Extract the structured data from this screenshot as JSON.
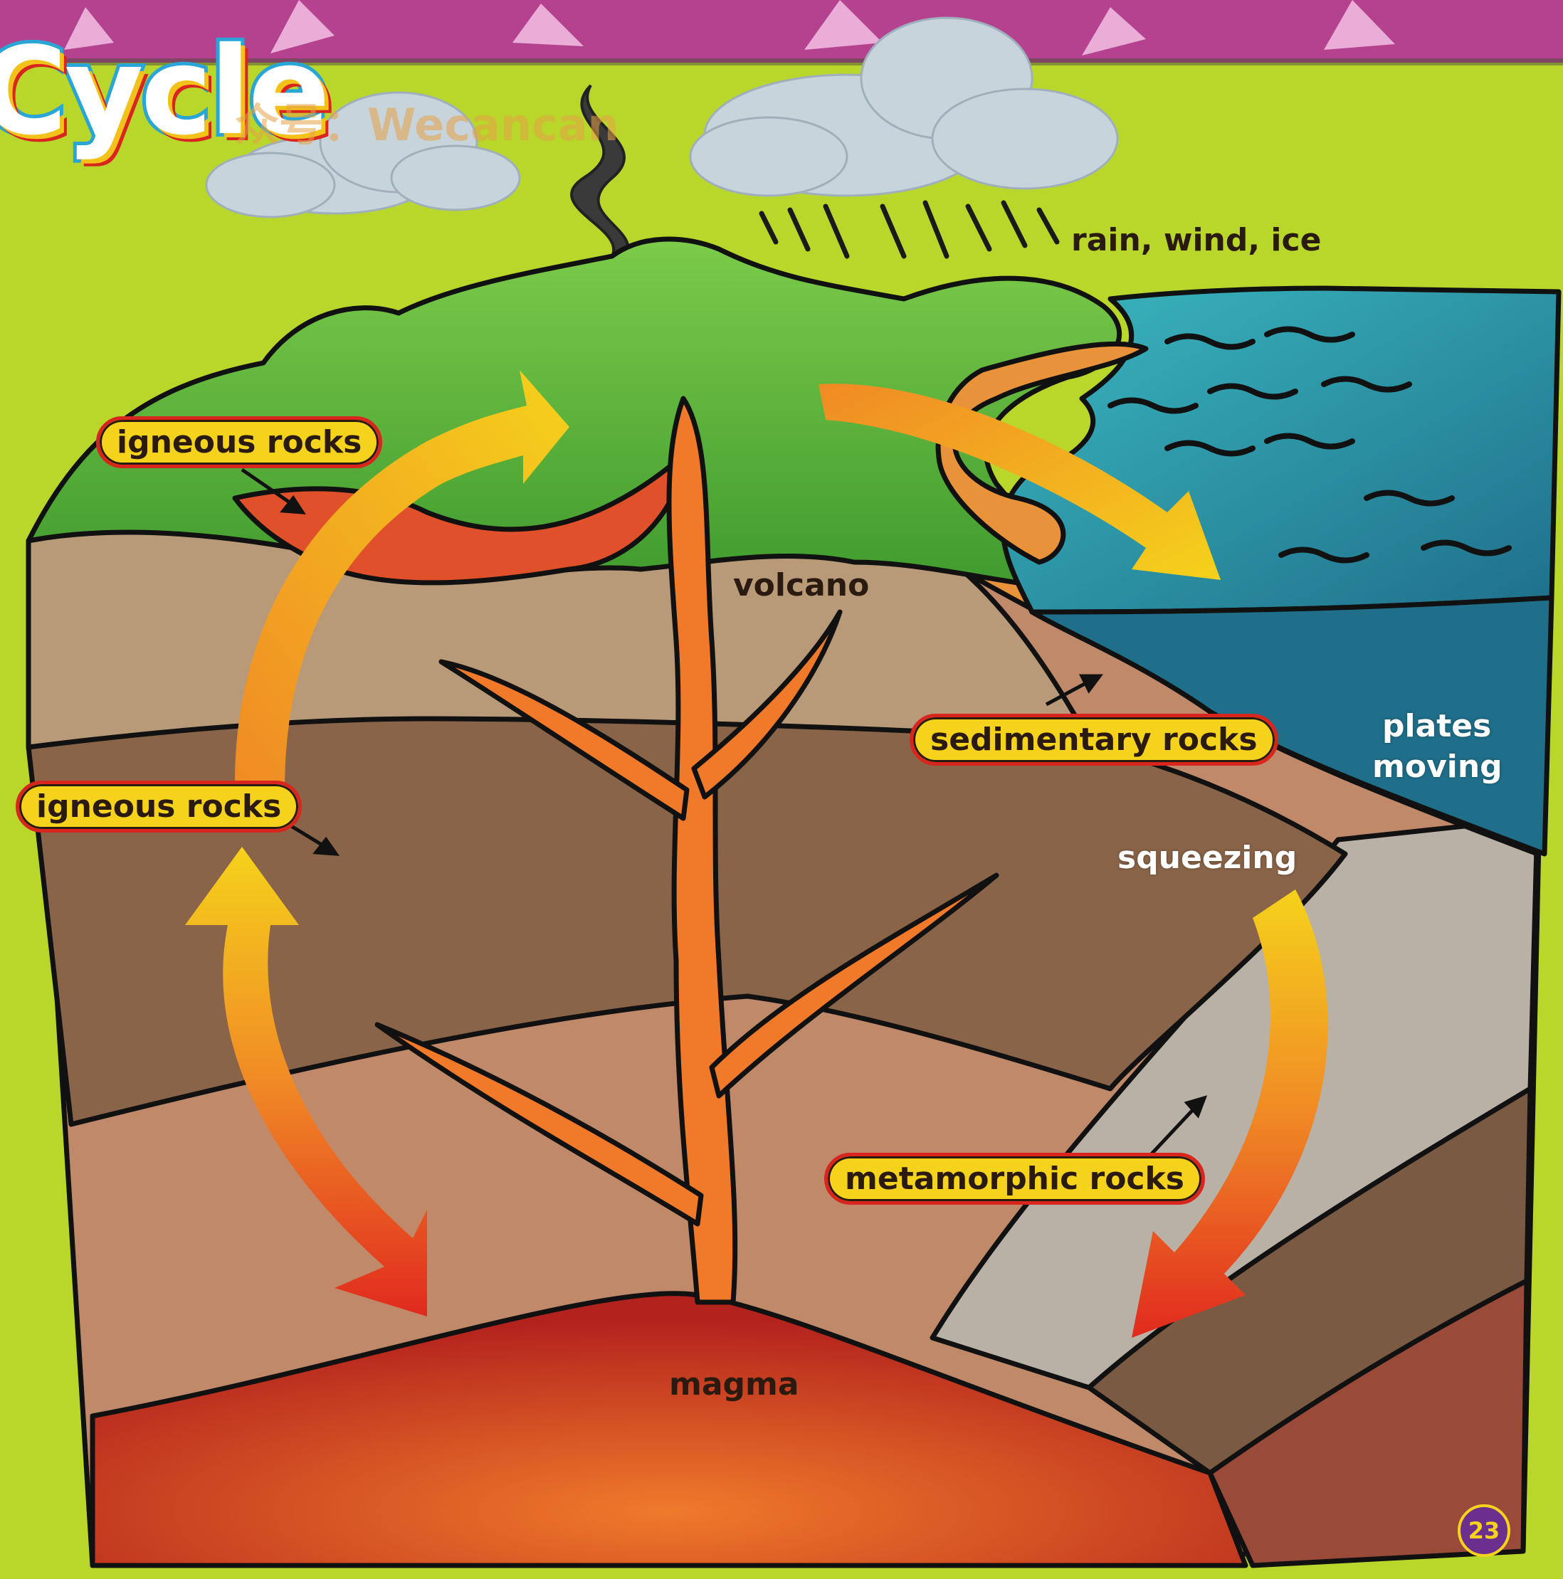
{
  "title": "Cycle",
  "watermark": "众号：Wecancan",
  "page_number": "23",
  "labels": {
    "rain_wind_ice": "rain, wind, ice",
    "igneous_top": "igneous rocks",
    "igneous_side": "igneous rocks",
    "volcano": "volcano",
    "sedimentary": "sedimentary rocks",
    "plates_line1": "plates",
    "plates_line2": "moving",
    "squeezing": "squeezing",
    "metamorphic": "metamorphic rocks",
    "magma": "magma"
  },
  "colors": {
    "background": "#b9d72a",
    "banner": "#b5428f",
    "grass": "#5cb83a",
    "sea": "#2aa3b3",
    "deep_sea": "#1f6f8a",
    "sandstone": "#b89a78",
    "mudstone": "#8a6448",
    "claystone": "#c08a6a",
    "magma": "#b3231d",
    "lava": "#f0782a",
    "arrow_start": "#f5d21b",
    "arrow_end": "#e12a1e",
    "label_fill": "#f5d21b",
    "label_border": "#d8261f"
  }
}
